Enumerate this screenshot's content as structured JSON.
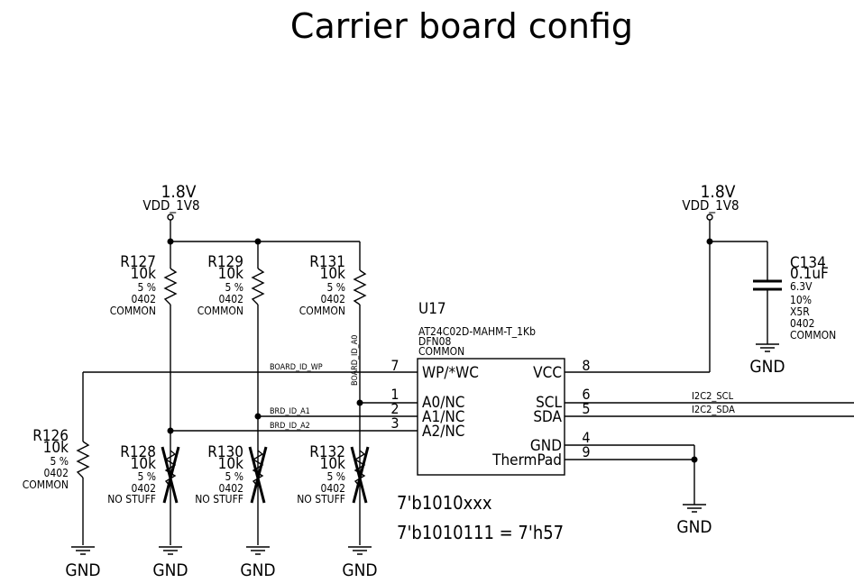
{
  "title": "Carrier board config",
  "power": [
    {
      "voltage": "1.8V",
      "net": "VDD_1V8"
    },
    {
      "voltage": "1.8V",
      "net": "VDD_1V8"
    }
  ],
  "resistors_top": [
    {
      "ref": "R127",
      "value": "10k",
      "tol": "5 %",
      "pkg": "0402",
      "variant": "COMMON"
    },
    {
      "ref": "R129",
      "value": "10k",
      "tol": "5 %",
      "pkg": "0402",
      "variant": "COMMON"
    },
    {
      "ref": "R131",
      "value": "10k",
      "tol": "5 %",
      "pkg": "0402",
      "variant": "COMMON"
    }
  ],
  "resistor_wp": {
    "ref": "R126",
    "value": "10k",
    "tol": "5 %",
    "pkg": "0402",
    "variant": "COMMON"
  },
  "resistors_bottom": [
    {
      "ref": "R128",
      "value": "10k",
      "tol": "5 %",
      "pkg": "0402",
      "variant": "NO STUFF"
    },
    {
      "ref": "R130",
      "value": "10k",
      "tol": "5 %",
      "pkg": "0402",
      "variant": "NO STUFF"
    },
    {
      "ref": "R132",
      "value": "10k",
      "tol": "5 %",
      "pkg": "0402",
      "variant": "NO STUFF"
    }
  ],
  "capacitor": {
    "ref": "C134",
    "value": "0.1uF",
    "voltage": "6.3V",
    "tol": "10%",
    "dielectric": "X5R",
    "pkg": "0402",
    "variant": "COMMON"
  },
  "ic": {
    "ref": "U17",
    "part": "AT24C02D-MAHM-T_1Kb",
    "pkg": "DFN08",
    "variant": "COMMON",
    "pins_left": [
      {
        "num": "7",
        "name": "WP/*WC"
      },
      {
        "num": "1",
        "name": "A0/NC"
      },
      {
        "num": "2",
        "name": "A1/NC"
      },
      {
        "num": "3",
        "name": "A2/NC"
      }
    ],
    "pins_right": [
      {
        "num": "8",
        "name": "VCC"
      },
      {
        "num": "6",
        "name": "SCL"
      },
      {
        "num": "5",
        "name": "SDA"
      },
      {
        "num": "4",
        "name": "GND"
      },
      {
        "num": "9",
        "name": "ThermPad"
      }
    ]
  },
  "nets": {
    "wp": "BOARD_ID_WP",
    "a0": "BOARD_ID_A0",
    "a1": "BRD_ID_A1",
    "a2": "BRD_ID_A2",
    "scl": "I2C2_SCL",
    "sda": "I2C2_SDA"
  },
  "gnd_label": "GND",
  "notes": [
    "7'b1010xxx",
    "7'b1010111 = 7'h57"
  ]
}
